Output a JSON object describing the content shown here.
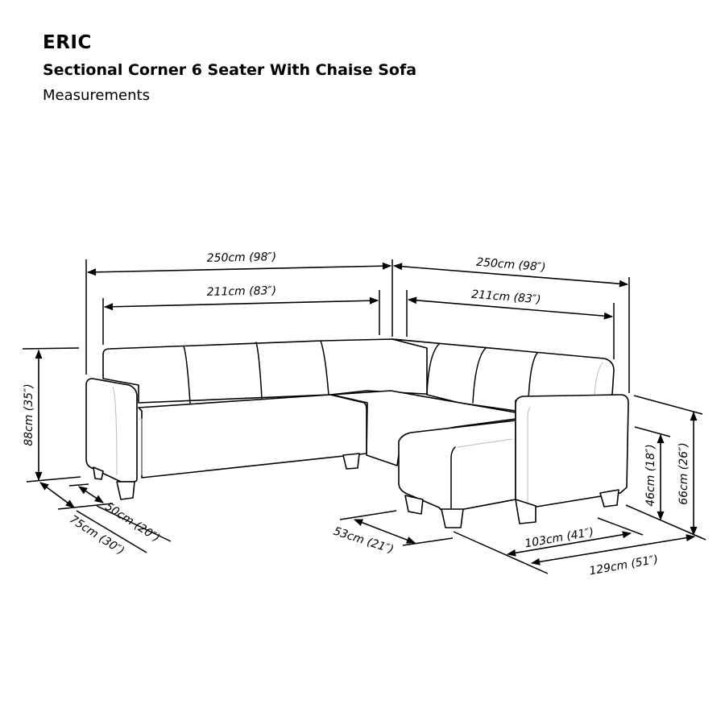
{
  "header": {
    "brand": "ERIC",
    "product": "Sectional Corner 6 Seater With Chaise Sofa",
    "caption": "Measurements"
  },
  "dimensions": {
    "left_overall_width": "250cm (98″)",
    "left_inner_width": "211cm (83″)",
    "right_overall_width": "250cm (98″)",
    "right_inner_width": "211cm (83″)",
    "overall_height": "88cm (35″)",
    "seat_depth": "50cm (20″)",
    "overall_depth": "75cm (30″)",
    "chaise_width": "53cm (21″)",
    "chaise_inner_length": "103cm (41″)",
    "chaise_overall_length": "129cm (51″)",
    "seat_height": "46cm (18″)",
    "arm_height": "66cm (26″)"
  }
}
